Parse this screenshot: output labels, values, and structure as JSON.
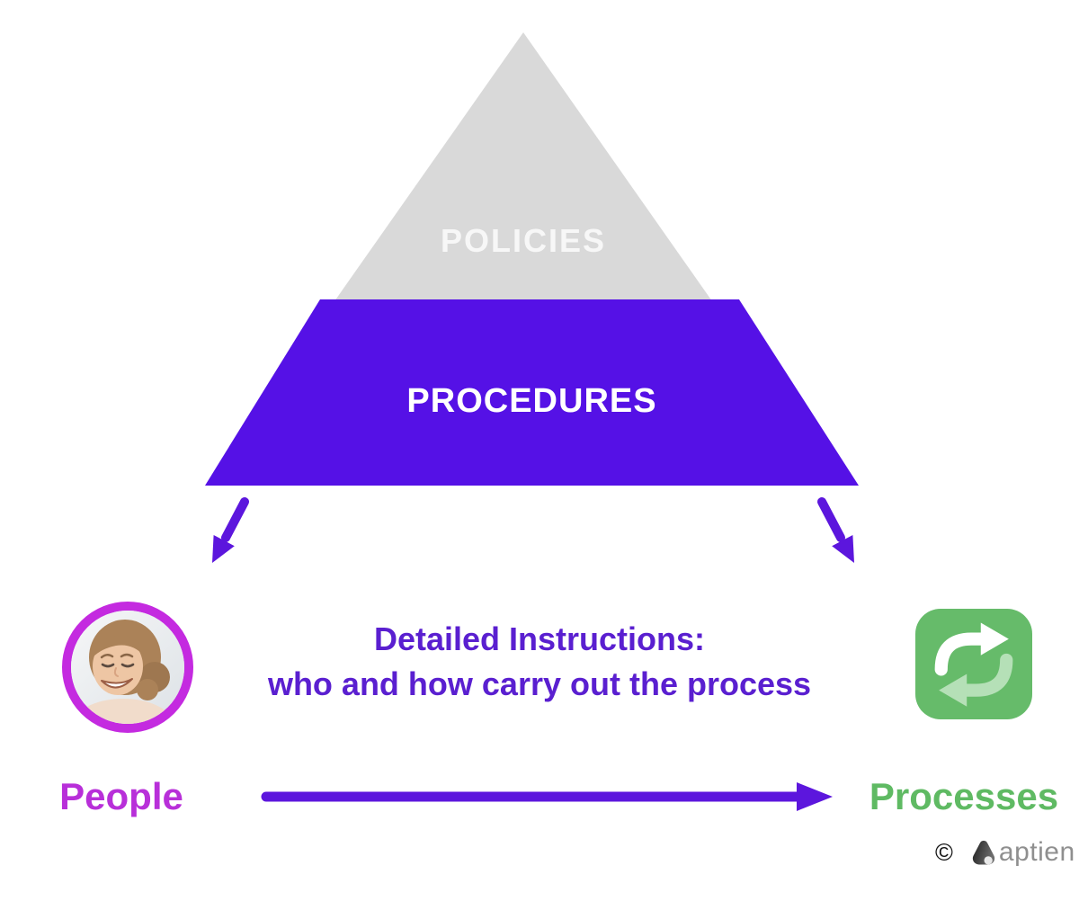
{
  "pyramid": {
    "policies_label": "POLICIES",
    "procedures_label": "PROCEDURES",
    "policies_color": "#d9d9d9",
    "procedures_color": "#5511e6",
    "label_text_color": "#ffffff"
  },
  "annotation": {
    "line1": "Detailed Instructions:",
    "line2": "who and how carry out the process",
    "text_color": "#5a1fd0"
  },
  "flow": {
    "left_label": "People",
    "left_label_color": "#b82fd9",
    "right_label": "Processes",
    "right_label_color": "#5fba63",
    "arrow_color": "#5c16dd"
  },
  "icons": {
    "avatar": "smiling-woman-photo",
    "avatar_ring_color": "#c42ae0",
    "process_icon": "sync-repeat-arrows",
    "process_icon_bg": "#66bb6a"
  },
  "footer": {
    "copyright_symbol": "©",
    "brand_name": "aptien"
  }
}
